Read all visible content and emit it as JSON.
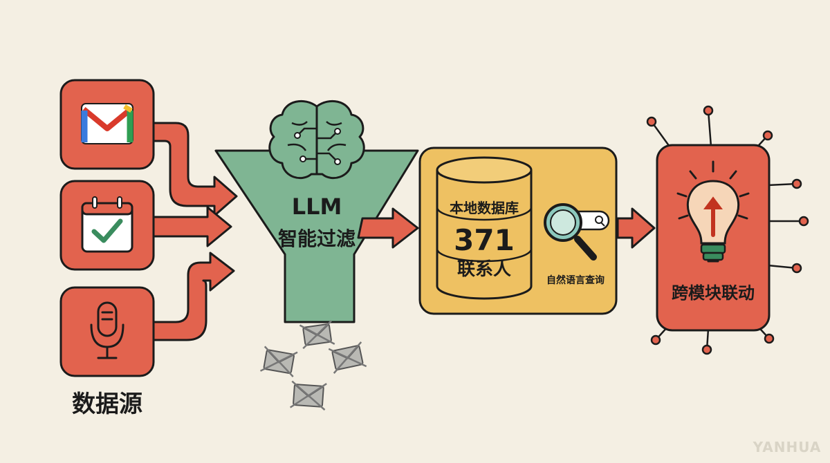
{
  "source_label": "数据源",
  "sources": [
    {
      "icon": "gmail-icon"
    },
    {
      "icon": "calendar-check-icon"
    },
    {
      "icon": "microphone-icon"
    }
  ],
  "filter": {
    "title": "LLM",
    "subtitle": "智能过滤",
    "icon": "brain-circuit-icon"
  },
  "database": {
    "label": "本地数据库",
    "count": "371",
    "unit": "联系人",
    "query_label": "自然语言查询"
  },
  "output": {
    "label": "跨模块联动",
    "icon": "lightbulb-arrow-icon"
  },
  "watermark": "YANHUA",
  "colors": {
    "background": "#f4efe3",
    "source_red": "#e2634e",
    "funnel_green": "#7fb593",
    "database_yellow": "#eec162",
    "outline": "#1b1b1b"
  }
}
